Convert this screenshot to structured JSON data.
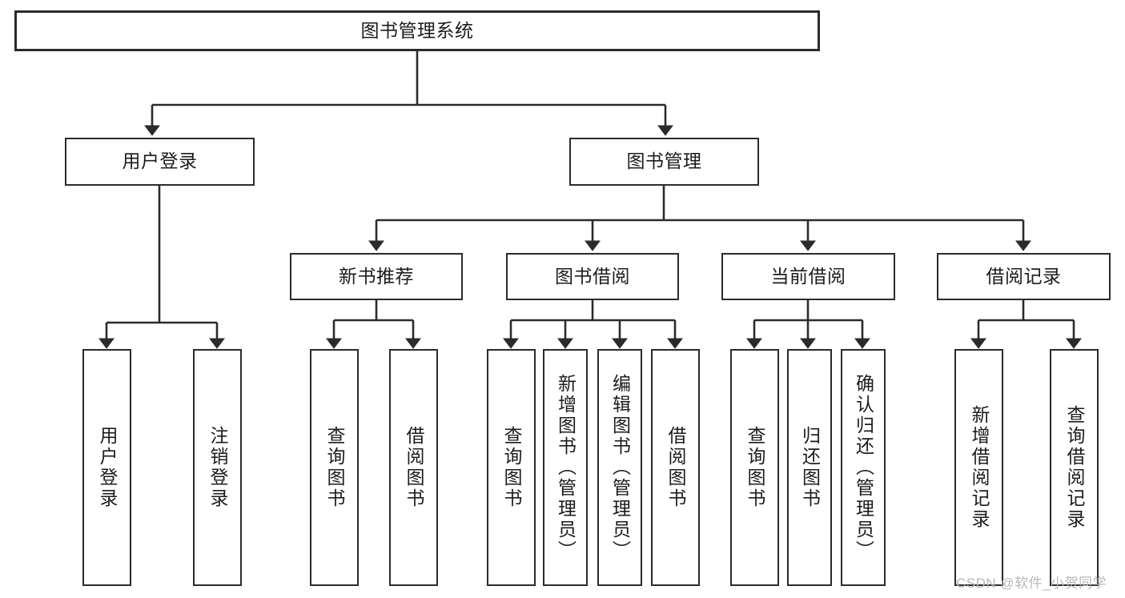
{
  "diagram": {
    "title": "图书管理系统",
    "type": "tree-hierarchy-chart",
    "colors": {
      "box_border": "#2b2b2b",
      "box_fill": "#ffffff",
      "edge": "#2b2b2b",
      "text": "#1c1c1c",
      "watermark": "#b8b8b8",
      "background": "#ffffff"
    },
    "nodes": {
      "root": {
        "label": "图书管理系统"
      },
      "level2": [
        {
          "label": "用户登录"
        },
        {
          "label": "图书管理"
        }
      ],
      "level3": [
        {
          "label": "新书推荐"
        },
        {
          "label": "图书借阅"
        },
        {
          "label": "当前借阅"
        },
        {
          "label": "借阅记录"
        }
      ],
      "leaves": {
        "user_login": [
          {
            "label": "用户登录"
          },
          {
            "label": "注销登录"
          }
        ],
        "new_book_recommend": [
          {
            "label": "查询图书"
          },
          {
            "label": "借阅图书"
          }
        ],
        "book_borrow": [
          {
            "label": "查询图书"
          },
          {
            "label": "新增图书（管理员）"
          },
          {
            "label": "编辑图书（管理员）"
          },
          {
            "label": "借阅图书"
          }
        ],
        "current_borrow": [
          {
            "label": "查询图书"
          },
          {
            "label": "归还图书"
          },
          {
            "label": "确认归还（管理员）"
          }
        ],
        "borrow_record": [
          {
            "label": "新增借阅记录"
          },
          {
            "label": "查询借阅记录"
          }
        ]
      }
    },
    "watermark": "CSDN @软件_小贺同学"
  }
}
